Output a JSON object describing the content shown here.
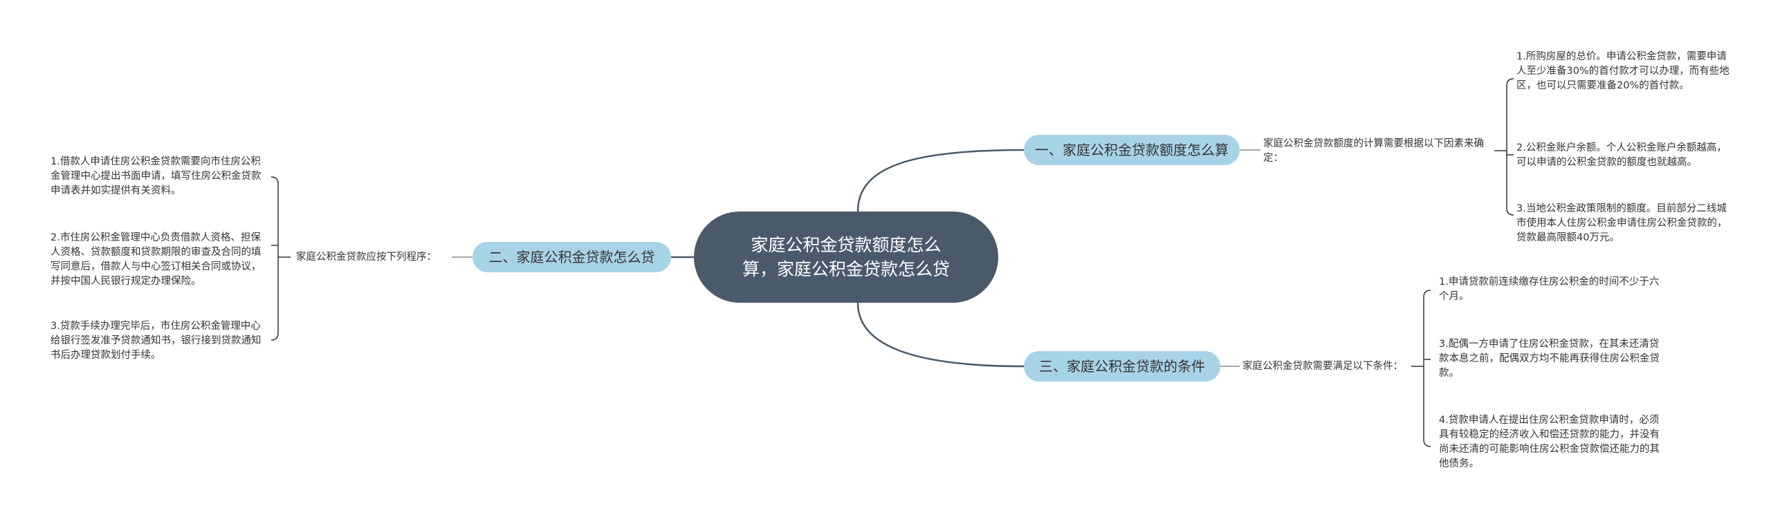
{
  "root": {
    "title": "家庭公积金贷款额度怎么算，家庭公积金贷款怎么贷"
  },
  "branches": [
    {
      "label": "一、家庭公积金贷款额度怎么算",
      "intro": "家庭公积金贷款额度的计算需要根据以下因素来确定：",
      "items": [
        "1.所购房屋的总价。申请公积金贷款，需要申请人至少准备30%的首付款才可以办理，而有些地区，也可以只需要准备20%的首付款。",
        "2.公积金账户余额。个人公积金账户余额越高，可以申请的公积金贷款的额度也就越高。",
        "3.当地公积金政策限制的额度。目前部分二线城市使用本人住房公积金申请住房公积金贷款的，贷款最高限额40万元。"
      ]
    },
    {
      "label": "二、家庭公积金贷款怎么贷",
      "intro": "家庭公积金贷款应按下列程序：",
      "items": [
        "1.借款人申请住房公积金贷款需要向市住房公积金管理中心提出书面申请，填写住房公积金贷款申请表并如实提供有关资料。",
        "2.市住房公积金管理中心负责借款人资格、担保人资格、贷款额度和贷款期限的审查及合同的填写同意后，借款人与中心签订相关合同或协议，并按中国人民银行规定办理保险。",
        "3.贷款手续办理完毕后，市住房公积金管理中心给银行签发准予贷款通知书，银行接到贷款通知书后办理贷款划付手续。"
      ]
    },
    {
      "label": "三、家庭公积金贷款的条件",
      "intro": "家庭公积金贷款需要满足以下条件：",
      "items": [
        "1.申请贷款前连续缴存住房公积金的时间不少于六个月。",
        "3.配偶一方申请了住房公积金贷款，在其未还清贷款本息之前，配偶双方均不能再获得住房公积金贷款。",
        "4.贷款申请人在提出住房公积金贷款申请时，必须具有较稳定的经济收入和偿还贷款的能力，并没有尚未还清的可能影响住房公积金贷款偿还能力的其他债务。"
      ]
    }
  ],
  "colors": {
    "root_bg": "#4a5a6b",
    "branch_bg": "#a7d3e7",
    "line": "#4a5a6b",
    "bracket": "#333333"
  }
}
